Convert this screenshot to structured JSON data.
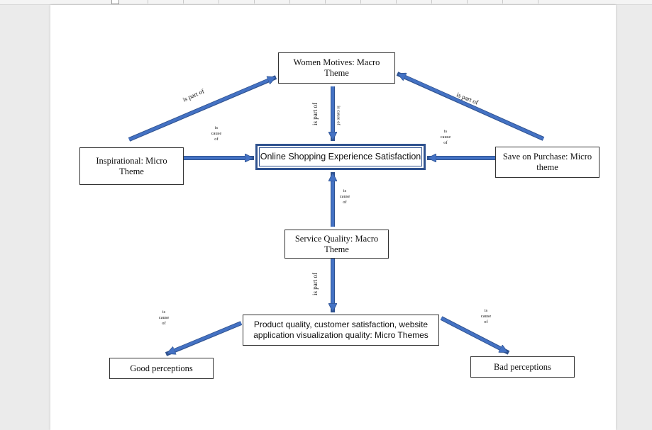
{
  "nodes": {
    "women_motives": "Women Motives: Macro Theme",
    "online_shopping": "Online Shopping Experience Satisfaction",
    "inspirational": "Inspirational: Micro Theme",
    "save_on_purchase": "Save on Purchase: Micro theme",
    "service_quality": "Service Quality: Macro Theme",
    "micro_themes": "Product quality, customer satisfaction, website application visualization quality: Micro Themes",
    "good_perceptions": "Good perceptions",
    "bad_perceptions": "Bad perceptions"
  },
  "edge_labels": {
    "is_part_of": "is part of",
    "is_cause_of": "is cause of",
    "is": "is",
    "cause": "cause",
    "of": "of"
  },
  "colors": {
    "arrow_fill": "#4472c4",
    "arrow_stroke": "#2f528f",
    "box_border": "#333333"
  }
}
